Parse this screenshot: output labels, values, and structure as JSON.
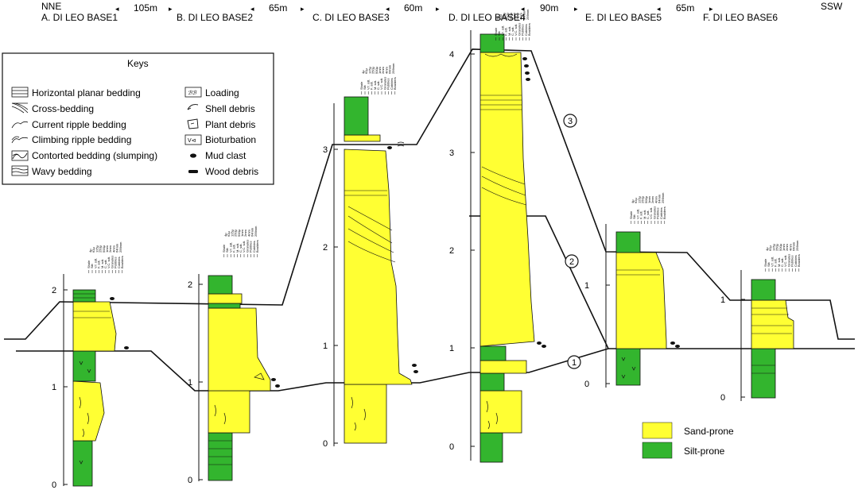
{
  "header": {
    "left_dir": "NNE",
    "right_dir": "SSW",
    "sections": [
      "A. DI LEO BASE1",
      "B. DI LEO BASE2",
      "C. DI LEO BASE3",
      "D. DI LEO BASE4",
      "E. DI LEO BASE5",
      "F. DI LEO BASE6"
    ],
    "distances": [
      "105m",
      "65m",
      "60m",
      "90m",
      "65m"
    ]
  },
  "keys": {
    "title": "Keys",
    "left": [
      "Horizontal planar bedding",
      "Cross-bedding",
      "Current ripple bedding",
      "Climbing ripple bedding",
      "Contorted bedding (slumping)",
      "Wavy bedding"
    ],
    "right": [
      "Loading",
      "Shell debris",
      "Plant debris",
      "Bioturbation",
      "Mud clast",
      "Wood debris"
    ],
    "loading_symbol": "ℬℬ",
    "bioturbation_symbol": "V⊲"
  },
  "grain_scale": {
    "labels": [
      "Shale",
      "Silt",
      "V.f. sdt.",
      "F. sdt.",
      "M. sdt.",
      "C. sdt.",
      "V.C. sdt.",
      "Granules",
      "Pebbles",
      "Cobbles",
      "Boulders"
    ],
    "sizes": [
      "4μ",
      "62μ",
      "125μ",
      "250μ",
      "500μ",
      "1mm",
      "2mm",
      "4mm",
      "64mm",
      "256mm"
    ]
  },
  "axes": {
    "A": [
      "0",
      "1",
      "2"
    ],
    "B": [
      "0",
      "1",
      "2"
    ],
    "C": [
      "0",
      "1",
      "2",
      "3"
    ],
    "D": [
      "0",
      "1",
      "2",
      "3",
      "4"
    ],
    "E": [
      "0",
      "1"
    ],
    "F": [
      "0",
      "1"
    ]
  },
  "markers": [
    "1",
    "2",
    "3"
  ],
  "legend": [
    {
      "label": "Sand-prone",
      "color": "#ffff33"
    },
    {
      "label": "Silt-prone",
      "color": "#33b52e"
    }
  ],
  "colors": {
    "sand": "#ffff33",
    "silt": "#33b52e",
    "line": "#111111"
  }
}
